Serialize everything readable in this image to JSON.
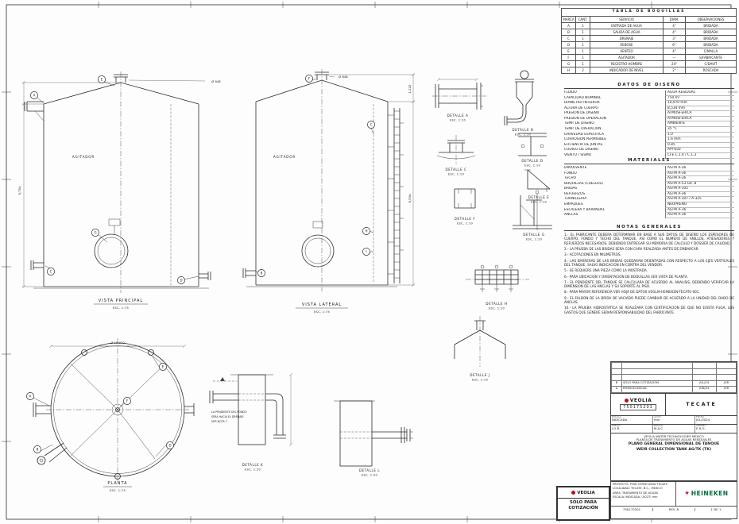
{
  "colors": {
    "heineken_green": "#00703C",
    "heineken_red": "#C8102E",
    "veolia_red": "#b5121b",
    "line": "#2b2b2b"
  },
  "nozzle_table": {
    "title": "TABLA DE BOQUILLAS",
    "headers": [
      "MARCA",
      "CANT.",
      "SERVICIO",
      "DIAM.",
      "OBSERVACIONES"
    ],
    "rows": [
      [
        "A",
        "1",
        "ENTRADA DE AGUA",
        "4\"",
        "BRIDADA"
      ],
      [
        "B",
        "1",
        "SALIDA DE AGUA",
        "4\"",
        "BRIDADA"
      ],
      [
        "C",
        "1",
        "DRENAJE",
        "3\"",
        "BRIDADA"
      ],
      [
        "D",
        "1",
        "REBOSE",
        "6\"",
        "BRIDADA"
      ],
      [
        "E",
        "1",
        "VENTEO",
        "4\"",
        "C/MALLA"
      ],
      [
        "F",
        "1",
        "AGITADOR",
        "—",
        "S/FABRICANTE"
      ],
      [
        "G",
        "1",
        "REGISTRO HOMBRE",
        "24\"",
        "C/DAVIT"
      ],
      [
        "H",
        "2",
        "INDICADOR DE NIVEL",
        "2\"",
        "ROSCADA"
      ]
    ]
  },
  "design": {
    "title": "DATOS DE DISEÑO",
    "rows": [
      {
        "label": "FLUIDO",
        "value": "AGUA RESIDUAL"
      },
      {
        "label": "CAPACIDAD NOMINAL",
        "value": "750 m³"
      },
      {
        "label": "DIAMETRO INTERIOR",
        "value": "10,970 mm"
      },
      {
        "label": "ALTURA DE CUERPO",
        "value": "8,534 mm"
      },
      {
        "label": "PRESION DE DISEÑO",
        "value": "ATMOSFERICA"
      },
      {
        "label": "PRESION DE OPERACION",
        "value": "ATMOSFERICA"
      },
      {
        "label": "TEMP. DE DISEÑO",
        "value": "AMBIENTE"
      },
      {
        "label": "TEMP. DE OPERACION",
        "value": "35 °C"
      },
      {
        "label": "GRAVEDAD ESPECIFICA",
        "value": "1.0"
      },
      {
        "label": "CORROSION PERMISIBLE",
        "value": "1.6 mm"
      },
      {
        "label": "EFICIENCIA DE JUNTAS",
        "value": "0.85"
      },
      {
        "label": "CODIGO DE DISEÑO",
        "value": "API-650"
      },
      {
        "label": "VIENTO / SISMO",
        "value": "CFE C.1.4 / C.1.3"
      }
    ]
  },
  "materials": {
    "title": "MATERIALES",
    "rows": [
      {
        "label": "ENVOLVENTE",
        "value": "ASTM A-36"
      },
      {
        "label": "FONDO",
        "value": "ASTM A-36"
      },
      {
        "label": "TECHO",
        "value": "ASTM A-36"
      },
      {
        "label": "BOQUILLAS (CUELLOS)",
        "value": "ASTM A-53 GR. B"
      },
      {
        "label": "BRIDAS",
        "value": "ASTM A-105"
      },
      {
        "label": "REFUERZOS",
        "value": "ASTM A-36"
      },
      {
        "label": "TORNILLERIA",
        "value": "ASTM A-307 / A-325"
      },
      {
        "label": "EMPAQUES",
        "value": "NEOPRENO"
      },
      {
        "label": "ESCALERA Y BARANDAL",
        "value": "ASTM A-36"
      },
      {
        "label": "ANCLAS",
        "value": "ASTM A-36"
      }
    ]
  },
  "notes": {
    "title": "NOTAS GENERALES",
    "items": [
      "1.- EL FABRICANTE DEBERA DETERMINAR EN BASE A SUS DATOS DE DISEÑO LOS ESPESORES DE CUERPO, FONDO Y TECHO DEL TANQUE, ASI COMO EL NUMERO DE ANILLOS, ATIESADORES Y REFUERZOS NECESARIOS, DEBIENDO ENTREGAR SU MEMORIA DE CALCULO Y DOSSIER DE CALIDAD.",
      "2.- LA PRUEBA DE LAS BRIDAS SERA CON CARA REALZADA ANTES DE EMBARCAR.",
      "3.- ACOTACIONES EN MILIMETROS.",
      "4.- LAS BARRERAS DE LAS BRIDAS QUEDARAN ORIENTADAS CON RESPECTO A LOS EJES VERTICALES DEL TANQUE, SALVO INDICACION EN CONTRA DEL VENDOR.",
      "5.- SE REQUIERE UNA PIEZA COMO LA MOSTRADA.",
      "6.- PARA UBICACION Y ORIENTACION DE BOQUILLAS VER VISTA DE PLANTA.",
      "7.- EL PENDIENTE DEL TANQUE SE CALCULARA DE ACUERDO AL ANALISIS, DEBIENDO VERIFICAR LA DIMENSION DE LAS ANCLAS Y SU SOPORTE AL PISO.",
      "8.- PARA MAYOR REFERENCIA VER HOJA DE DATOS VEOLIA-HEINEKEN-TECATE-001.",
      "9.- EL FALDON DE LA BRIDA DE VACIADO PUEDE CAMBIAR DE ACUERDO A LA UNIDAD DEL DADO DE ANCLAS.",
      "10.- LA PRUEBA HIDROSTATICA SE REALIZARA CON CERTIFICACION DE QUE NO EXISTA FUGA; LOS GASTOS QUE GENERE SERAN RESPONSABILIDAD DEL FABRICANTE."
    ]
  },
  "views": {
    "front": {
      "label": "VISTA PRINCIPAL",
      "scale": "ESC. 1:75",
      "inner": "AGITADOR"
    },
    "lateral": {
      "label": "VISTA LATERAL",
      "scale": "ESC. 1:75",
      "inner": "AGITADOR"
    },
    "plan": {
      "label": "PLANTA",
      "scale": "ESC. 1:75"
    }
  },
  "details": [
    {
      "label": "DETALLE A",
      "scale": "ESC. 1:10"
    },
    {
      "label": "DETALLE B",
      "scale": "ESC. 1:10"
    },
    {
      "label": "DETALLE C",
      "scale": "ESC. 1:10"
    },
    {
      "label": "DETALLE D",
      "scale": "ESC. 1:10"
    },
    {
      "label": "DETALLE E",
      "scale": "ESC. 1:10"
    },
    {
      "label": "DETALLE F",
      "scale": "ESC. 1:10"
    },
    {
      "label": "DETALLE G",
      "scale": "ESC. 1:10"
    },
    {
      "label": "DETALLE H",
      "scale": "ESC. 1:10"
    },
    {
      "label": "DETALLE J",
      "scale": "ESC. 1:10"
    },
    {
      "label": "DETALLE K",
      "scale": "ESC. 1:20"
    },
    {
      "label": "DETALLE L",
      "scale": "ESC. 1:20"
    }
  ],
  "detail_note": [
    "LA PENDIENTE DEL FONDO",
    "SERA HACIA EL DRENAJE",
    "VER NOTA 7"
  ],
  "balloons": [
    "E",
    "A",
    "G",
    "C",
    "D",
    "F",
    "C",
    "H",
    "I",
    "B",
    "A",
    "B",
    "F",
    "E",
    "D"
  ],
  "dims": {
    "front_total": "9,754",
    "lat_total": "8,534",
    "lat_top": "1,220",
    "plan_dia": "Ø 10,970",
    "apex_dia": "Ø 648"
  },
  "revisions": {
    "rows": [
      {
        "rev": "",
        "desc": "",
        "date": "",
        "by": ""
      },
      {
        "rev": "",
        "desc": "",
        "date": "",
        "by": ""
      },
      {
        "rev": "",
        "desc": "",
        "date": "",
        "by": ""
      },
      {
        "rev": "B",
        "desc": "SOLO PARA COTIZACION",
        "date": "JUL/24",
        "by": "JGR"
      },
      {
        "rev": "A",
        "desc": "EMISION INICIAL",
        "date": "JUN/24",
        "by": "JGR"
      }
    ]
  },
  "title_block": {
    "veolia": "VEOLIA",
    "number": "750175201",
    "site": "TECATE",
    "info_rows": [
      [
        {
          "k": "ESCALA",
          "v": "INDICADA"
        },
        {
          "k": "ACOT.",
          "v": "mm"
        },
        {
          "k": "FECHA",
          "v": "JUL/2024"
        }
      ],
      [
        {
          "k": "DIBUJO",
          "v": "J.G.R."
        },
        {
          "k": "REVISO",
          "v": "M.A.C."
        },
        {
          "k": "APROBO",
          "v": "E.R.G."
        }
      ]
    ],
    "desc1": "VEOLIA WATER TECHNOLOGIES MEXICO",
    "desc2": "PLANTA DE TRATAMIENTO DE AGUAS RESIDUALES",
    "desc3": "PLANO GENERAL DIMENSIONAL DE TANQUE",
    "desc4": "WEIR COLLECTION TANK AG/TK (TK)"
  },
  "heineken": {
    "name": "HEINEKEN",
    "star": "★",
    "info": [
      "PROYECTO: PTAR CERVECERIA TECATE",
      "LOCALIDAD: TECATE, B.C., MEXICO",
      "AREA: TRATAMIENTO DE AGUAS",
      "ESCALA: INDICADA / ACOT: mm"
    ],
    "number": "750175201",
    "rev": "REV. B",
    "sheet": "1 DE 1"
  },
  "stamp": {
    "logo": "VEOLIA",
    "line1": "SOLO PARA",
    "line2": "COTIZACIÓN"
  }
}
